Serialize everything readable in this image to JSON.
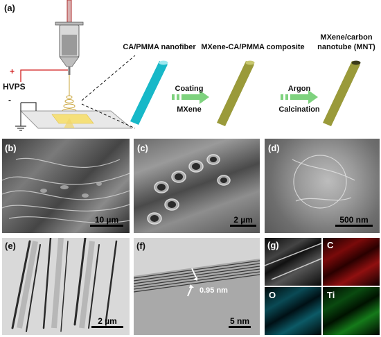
{
  "panels": {
    "a": "(a)",
    "b": "(b)",
    "c": "(c)",
    "d": "(d)",
    "e": "(e)",
    "f": "(f)",
    "g": "(g)"
  },
  "schematic": {
    "power_supply": "HVPS",
    "plus": "+",
    "minus": "-",
    "stage1": "CA/PMMA nanofiber",
    "stage2": "MXene-CA/PMMA composite",
    "stage3_line1": "MXene/carbon",
    "stage3_line2": "nanotube (MNT)",
    "arrow1_top": "Coating",
    "arrow1_bottom": "MXene",
    "arrow2_top": "Argon",
    "arrow2_bottom": "Calcination",
    "colors": {
      "nanofiber": "#17b8c8",
      "composite": "#9a9a3a",
      "arrow": "#7ed27e",
      "hvps_wire": "#d11f1f"
    }
  },
  "scalebars": {
    "b": "10 µm",
    "c": "2 µm",
    "d": "500 nm",
    "e": "2 µm",
    "f": "5 nm"
  },
  "tem_annotation": "0.95 nm",
  "mapping": {
    "c": "C",
    "o": "O",
    "ti": "Ti",
    "colors": {
      "c": "#e02020",
      "o": "#20c8e0",
      "ti": "#30d030"
    }
  }
}
